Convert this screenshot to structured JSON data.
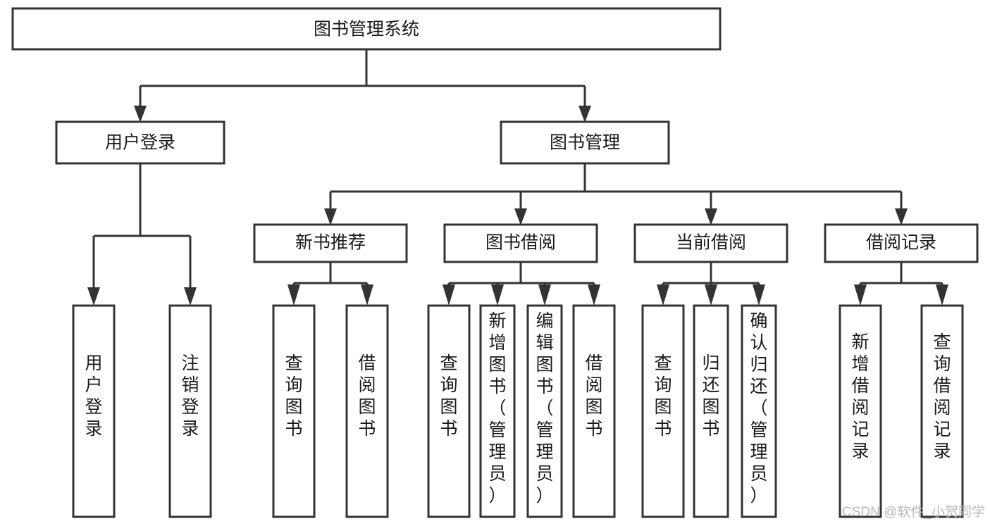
{
  "diagram": {
    "title": "图书管理系统",
    "type": "hierarchy-tree",
    "watermark": "CSDN @软件_小贺同学",
    "levels": {
      "root": {
        "label": "图书管理系统"
      },
      "level2": [
        {
          "label": "用户登录"
        },
        {
          "label": "图书管理"
        }
      ],
      "level3": [
        {
          "label": "新书推荐"
        },
        {
          "label": "图书借阅"
        },
        {
          "label": "当前借阅"
        },
        {
          "label": "借阅记录"
        }
      ],
      "leaves": {
        "user_login": [
          {
            "label": "用户登录"
          },
          {
            "label": "注销登录"
          }
        ],
        "new_book_recommend": [
          {
            "label": "查询图书"
          },
          {
            "label": "借阅图书"
          }
        ],
        "book_borrow": [
          {
            "label": "查询图书"
          },
          {
            "label": "新增图书（管理员）"
          },
          {
            "label": "编辑图书（管理员）"
          },
          {
            "label": "借阅图书"
          }
        ],
        "current_borrow": [
          {
            "label": "查询图书"
          },
          {
            "label": "归还图书"
          },
          {
            "label": "确认归还（管理员）"
          }
        ],
        "borrow_record": [
          {
            "label": "新增借阅记录"
          },
          {
            "label": "查询借阅记录"
          }
        ]
      }
    },
    "colors": {
      "box_fill": "#ffffff",
      "box_stroke": "#333333",
      "text": "#1a1a1a",
      "watermark": "#b8b8b8",
      "background": "#ffffff"
    }
  }
}
